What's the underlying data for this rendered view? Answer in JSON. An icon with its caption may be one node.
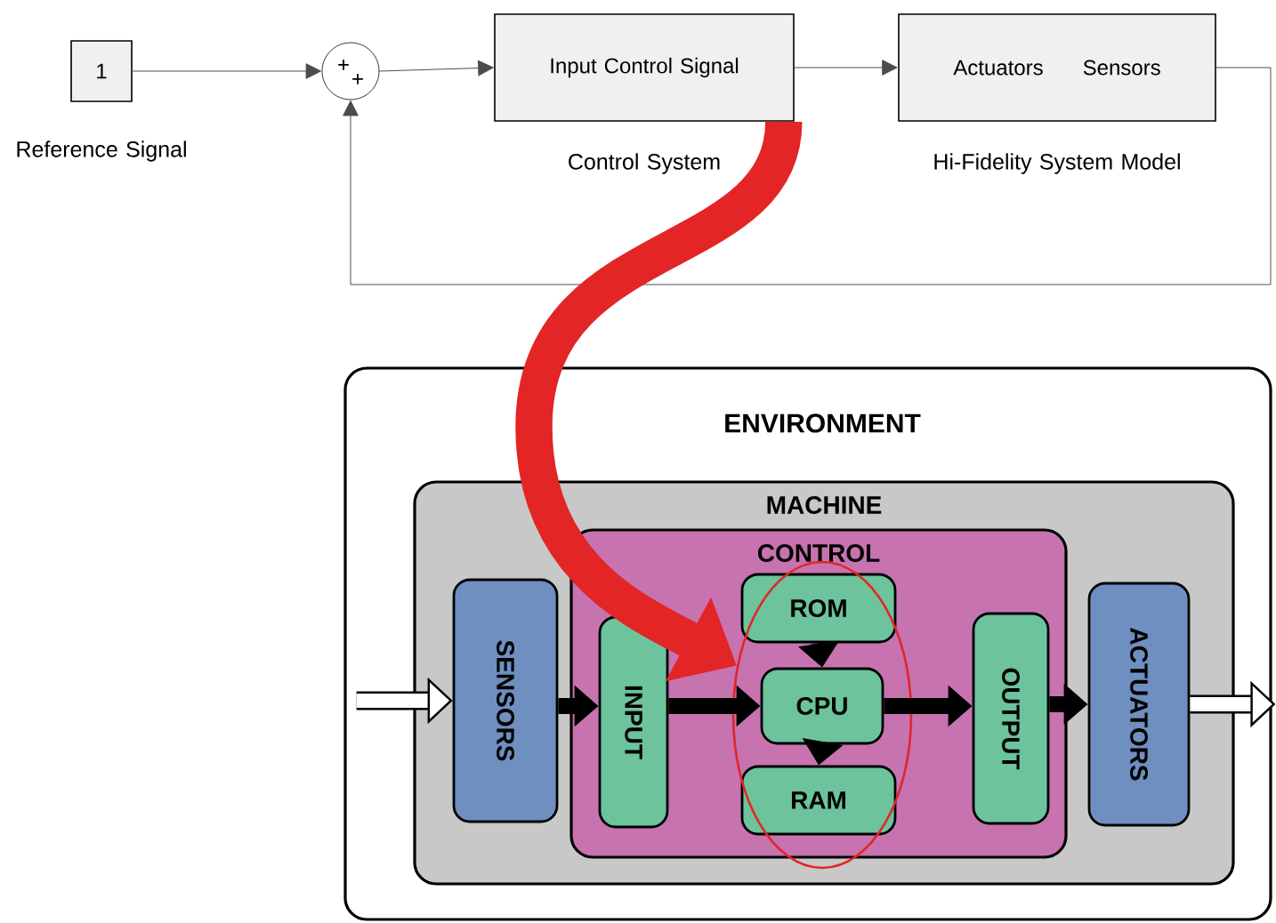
{
  "diagram": {
    "nodes": [
      {
        "text": [
          "1"
        ],
        "beside": [
          "Reference Signal"
        ]
      },
      {
        "text": [
          "+",
          "+"
        ]
      },
      {
        "text": [
          "Input",
          "Control",
          "Signal"
        ],
        "beside": [
          "Control System"
        ]
      },
      {
        "text": [
          "Actuators",
          "Sensors"
        ],
        "beside": [
          "Hi-Fidelity System Model"
        ]
      },
      {
        "text": [
          "ENVIRONMENT"
        ]
      },
      {
        "text": [
          "MACHINE"
        ],
        "in": 4
      },
      {
        "text": [
          "CONTROL"
        ],
        "in": 5
      },
      {
        "text": [
          "SENSORS"
        ],
        "in": 5
      },
      {
        "text": [
          "ACTUATORS"
        ],
        "in": 5
      },
      {
        "text": [
          "INPUT"
        ],
        "in": 6
      },
      {
        "text": [],
        "shape": "ellipse",
        "in": 6
      },
      {
        "text": [
          "ROM"
        ],
        "in": 10
      },
      {
        "text": [
          "CPU"
        ],
        "in": 10
      },
      {
        "text": [
          "RAM"
        ],
        "in": 10
      },
      {
        "text": [
          "OUTPUT"
        ],
        "in": 6
      }
    ],
    "edges": [
      {
        "from": 0,
        "to": 1,
        "arrow": "to"
      },
      {
        "from": 1,
        "to": 2,
        "arrow": "to"
      },
      {
        "from": 2,
        "to": 3,
        "arrow": "to"
      },
      {
        "from": 3,
        "to": 1,
        "arrow": "to"
      },
      {
        "from": 2,
        "to": 10,
        "arrow": "to",
        "style": "thick",
        "color": "#e32526"
      },
      {
        "from": null,
        "to": 7,
        "arrow": "to"
      },
      {
        "from": 7,
        "to": 9,
        "arrow": "to"
      },
      {
        "from": 9,
        "to": 12,
        "arrow": "to"
      },
      {
        "from": 11,
        "to": 12,
        "arrow": "to"
      },
      {
        "from": 12,
        "to": 13,
        "arrow": "to"
      },
      {
        "from": 12,
        "to": 14,
        "arrow": "to"
      },
      {
        "from": 14,
        "to": 8,
        "arrow": "to"
      },
      {
        "from": 8,
        "to": null,
        "arrow": "to"
      }
    ]
  }
}
